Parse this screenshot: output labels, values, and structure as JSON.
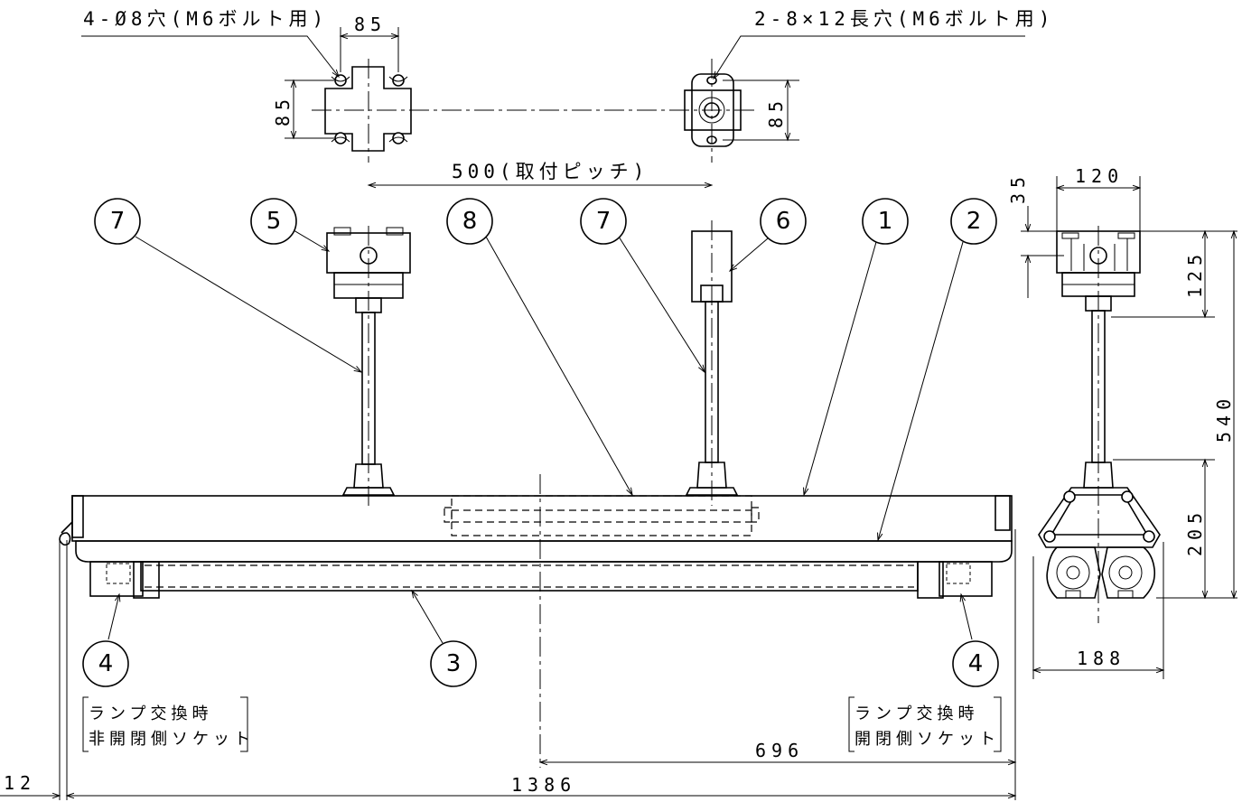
{
  "labels": {
    "hole_left": "4-Ø8穴(M6ボルト用)",
    "hole_right": "2-8×12長穴(M6ボルト用)",
    "pitch": "500(取付ピッチ)",
    "note_left_1": "ランプ交換時",
    "note_left_2": "非開閉側ソケット",
    "note_right_1": "ランプ交換時",
    "note_right_2": "開閉側ソケット"
  },
  "dimensions": {
    "d85_top": "85",
    "d85_left": "85",
    "d85_right": "85",
    "d120": "120",
    "d35": "35",
    "d125": "125",
    "d540": "540",
    "d205": "205",
    "d188": "188",
    "d696": "696",
    "d1386": "1386",
    "d12": "12"
  },
  "callouts": {
    "c7a": "7",
    "c5": "5",
    "c8": "8",
    "c7b": "7",
    "c6": "6",
    "c1": "1",
    "c2": "2",
    "c4a": "4",
    "c3": "3",
    "c4b": "4"
  }
}
